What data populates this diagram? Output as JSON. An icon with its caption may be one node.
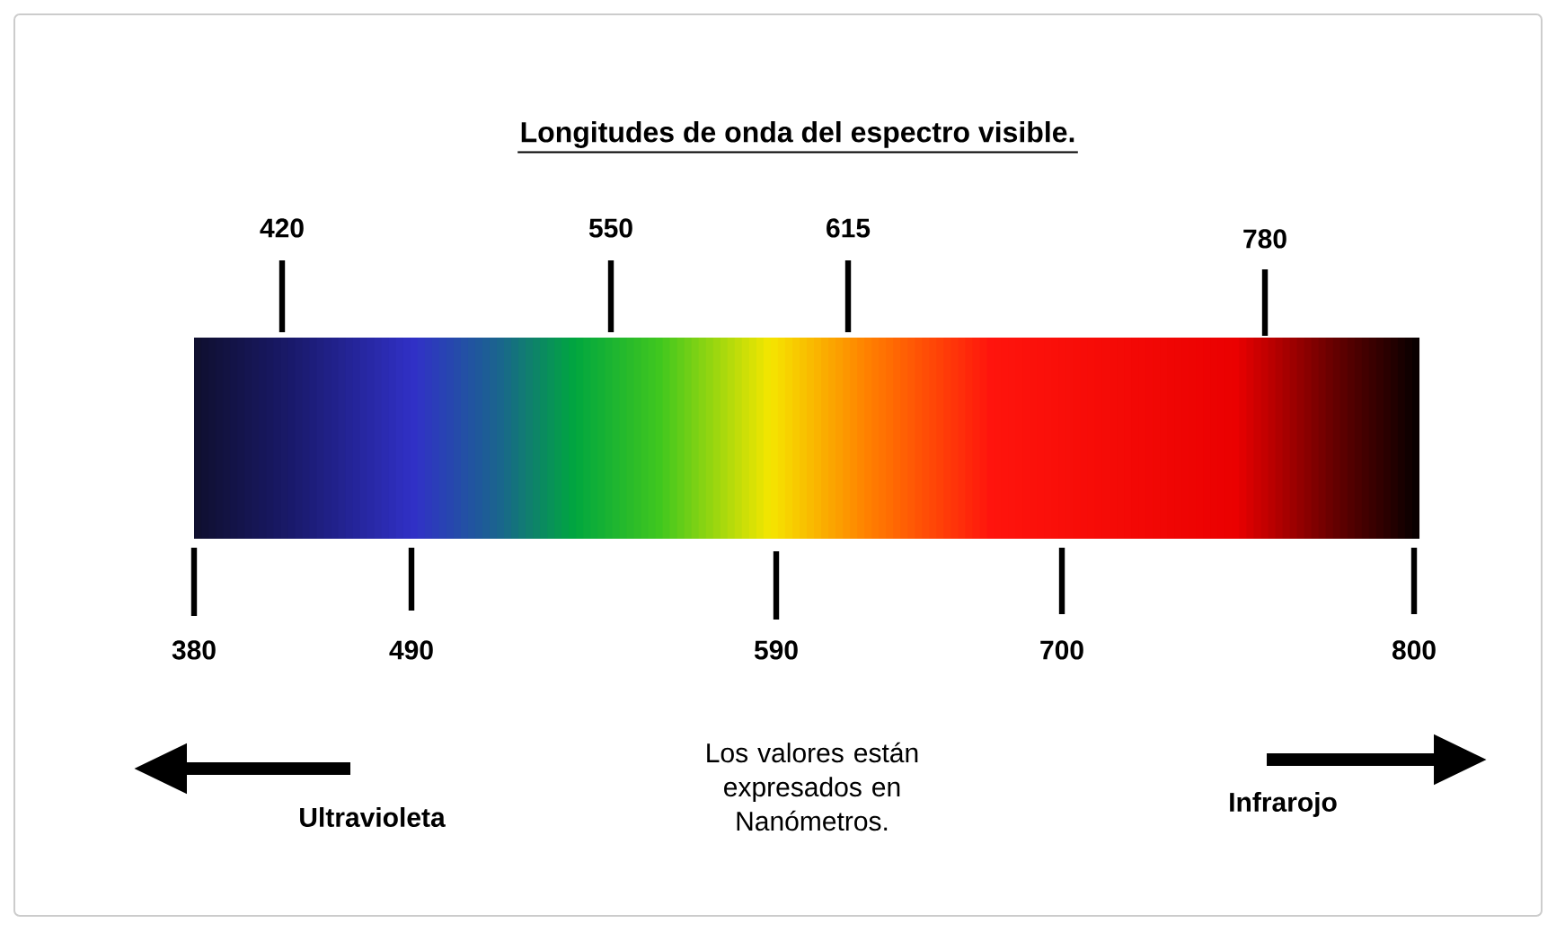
{
  "diagram": {
    "title": "Longitudes de onda del espectro visible.",
    "labels": [
      "420",
      "550",
      "615",
      "780",
      "380",
      "490",
      "590",
      "700",
      "800",
      "Los valores están expresados en Nanómetros.",
      "Ultravioleta",
      "Infrarojo"
    ]
  }
}
